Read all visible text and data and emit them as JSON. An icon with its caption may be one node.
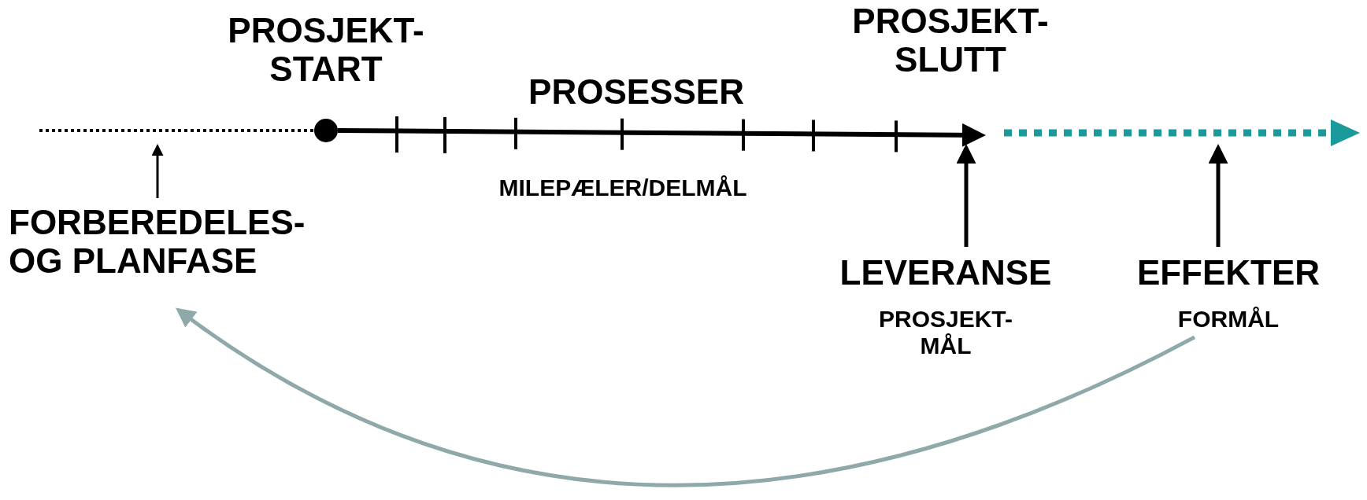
{
  "diagram": {
    "nodes": [
      {
        "text": [
          "FORBEREDELES- OG PLANFASE"
        ]
      },
      {
        "text": [],
        "shape": "circle",
        "beside": [
          "PROSJEKT- START"
        ]
      },
      {
        "text": [
          "LEVERANSE",
          "PROSJEKT- MÅL"
        ]
      },
      {
        "text": [
          "EFFEKTER",
          "FORMÅL"
        ]
      }
    ],
    "edges": [
      {
        "from": 0,
        "to": null,
        "arrow": "to"
      },
      {
        "from": 1,
        "to": null,
        "arrow": "to"
      },
      {
        "from": 2,
        "to": null,
        "arrow": "to"
      },
      {
        "from": 3,
        "to": null,
        "arrow": "to"
      },
      {
        "from": 3,
        "to": 0,
        "arrow": "to",
        "color": "#8fa9aa"
      }
    ],
    "labels": [
      "PROSESSER",
      "MILEPÆLER/DELMÅL",
      "PROSJEKT- SLUTT"
    ]
  }
}
